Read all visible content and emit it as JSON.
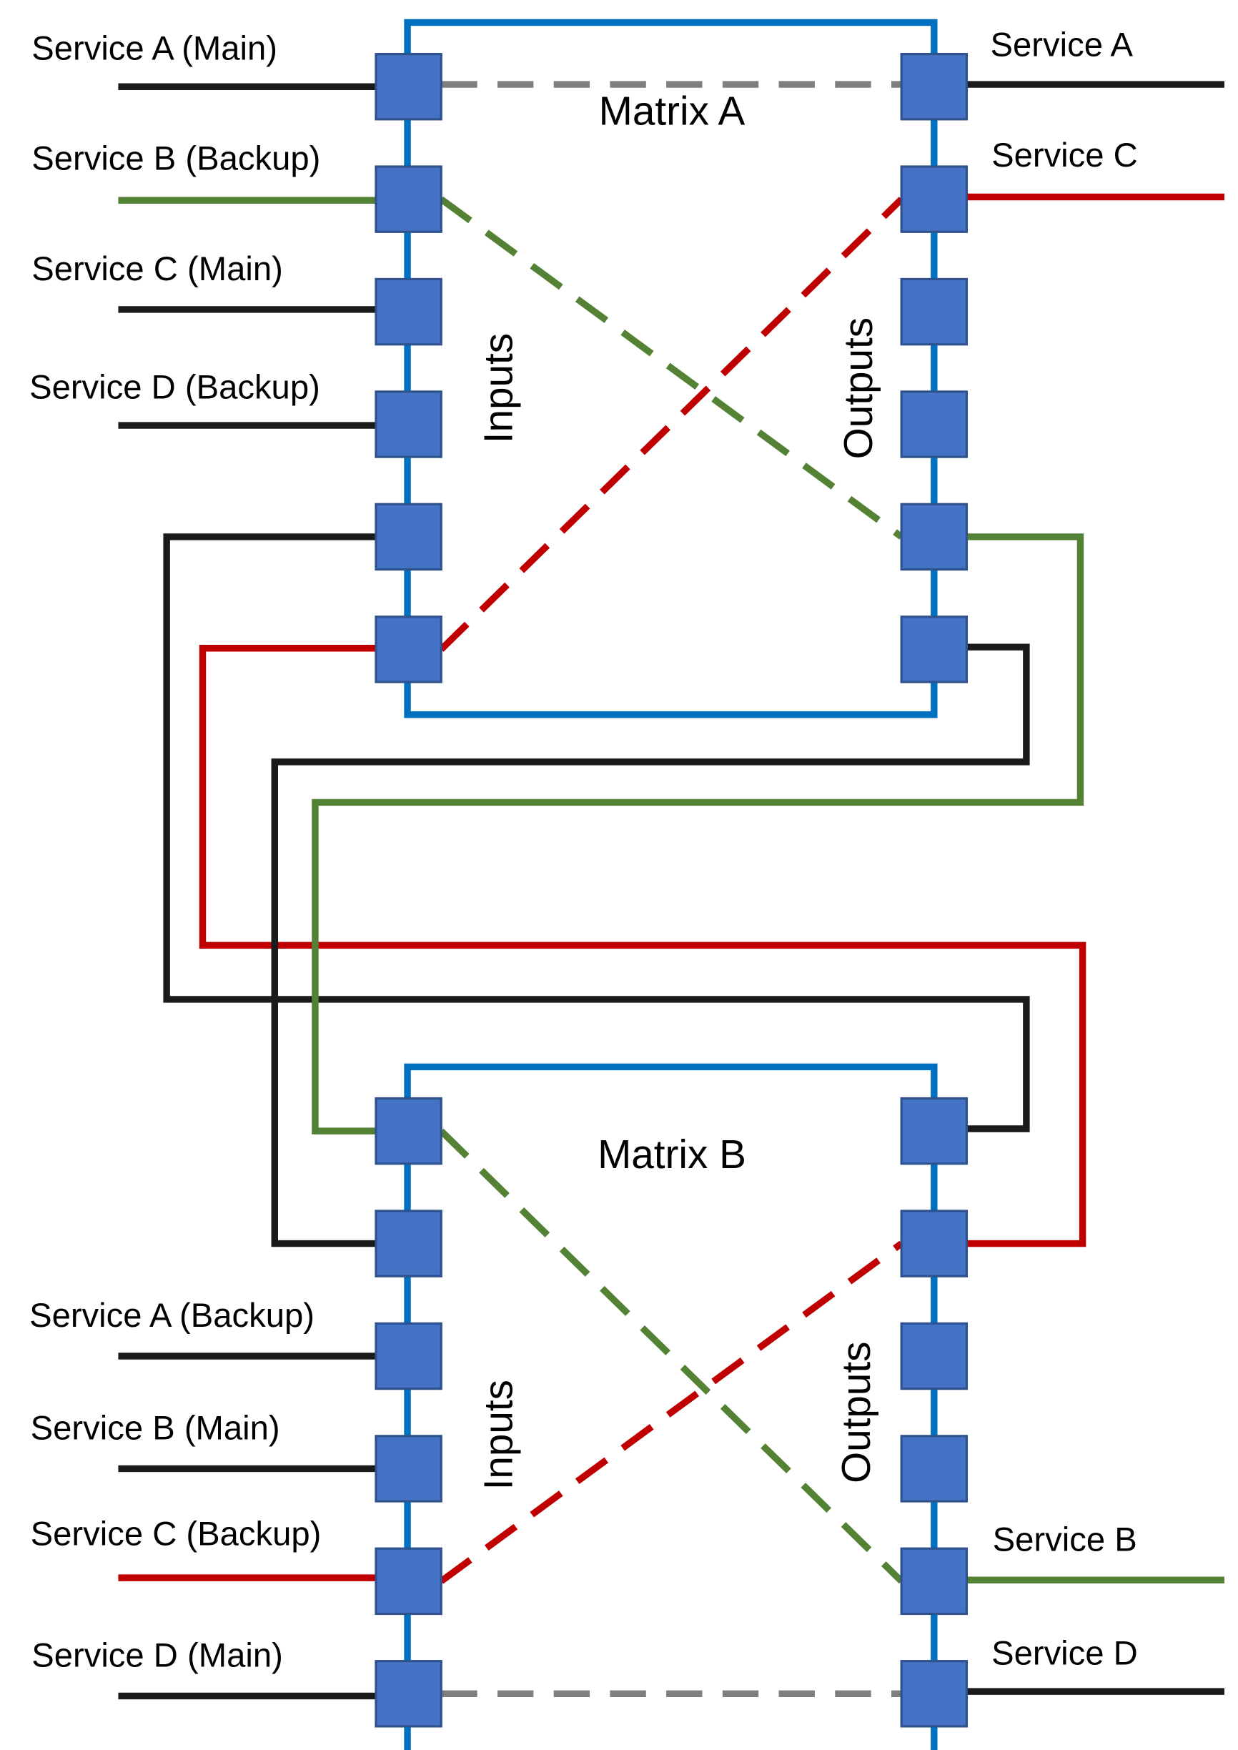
{
  "matrix_a": {
    "title": "Matrix A",
    "inputs_label": "Inputs",
    "outputs_label": "Outputs",
    "input_labels": [
      "Service A (Main)",
      "Service B (Backup)",
      "Service C (Main)",
      "Service D (Backup)"
    ],
    "output_labels": [
      "Service A",
      "Service C"
    ]
  },
  "matrix_b": {
    "title": "Matrix B",
    "inputs_label": "Inputs",
    "outputs_label": "Outputs",
    "input_labels": [
      "Service A (Backup)",
      "Service B (Main)",
      "Service C (Backup)",
      "Service D (Main)"
    ],
    "output_labels": [
      "Service B",
      "Service D"
    ]
  },
  "colors": {
    "frame": "#0070C0",
    "port": "#4472C4",
    "black_link": "#1a1a1a",
    "green_link": "#548235",
    "red_link": "#C00000",
    "grey_link": "#7f7f7f"
  }
}
